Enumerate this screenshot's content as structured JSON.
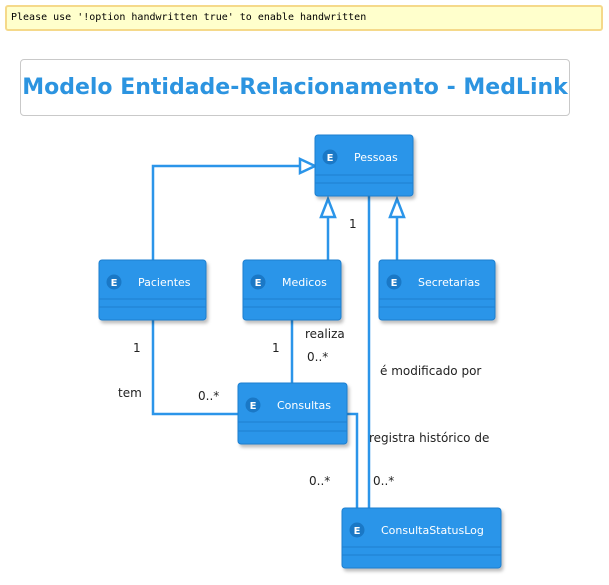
{
  "warning": "Please use '!option handwritten true' to enable handwritten",
  "title": "Modelo Entidade-Relacionamento - MedLink",
  "colors": {
    "entity": "#2b95e9",
    "entity_border": "#1f7fd0",
    "line": "#2b95e9",
    "title": "#2c94e0"
  },
  "entity_badge": "E",
  "entities": {
    "pessoas": "Pessoas",
    "pacientes": "Pacientes",
    "medicos": "Medicos",
    "secretarias": "Secretarias",
    "consultas": "Consultas",
    "log": "ConsultaStatusLog"
  },
  "labels": {
    "pessoas_mult": "1",
    "pacientes_mult": "1",
    "tem": "tem",
    "tem_target": "0..*",
    "medicos_mult": "1",
    "realiza": "realiza",
    "realiza_target": "0..*",
    "modificado": "é modificado por",
    "registra": "registra histórico de",
    "log_mult_left": "0..*",
    "log_mult_right": "0..*"
  }
}
